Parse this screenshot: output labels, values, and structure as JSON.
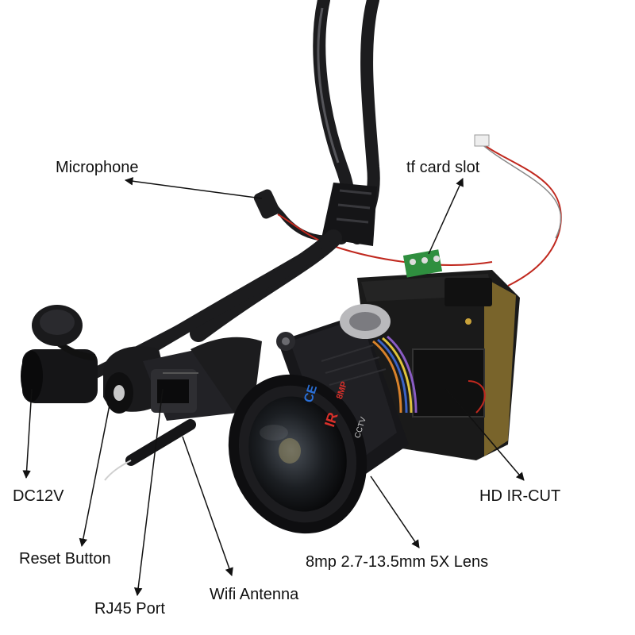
{
  "labels": {
    "microphone": "Microphone",
    "tf_card_slot": "tf card slot",
    "dc12v": "DC12V",
    "reset_button": "Reset Button",
    "rj45_port": "RJ45 Port",
    "wifi_antenna": "Wifi Antenna",
    "lens": "8mp 2.7-13.5mm 5X Lens",
    "hd_ircut": "HD IR-CUT"
  },
  "lens_markings": {
    "ce": "CE",
    "ir": "IR",
    "mp": "8MP",
    "cctv": "CCTV"
  },
  "colors": {
    "text": "#111111",
    "cable": "#1c1c1e",
    "board": "#1a1a1a",
    "gold": "#c9a23a",
    "red_wire": "#c0281e",
    "blue_text": "#2a6fd6",
    "red_text": "#d8302a"
  }
}
